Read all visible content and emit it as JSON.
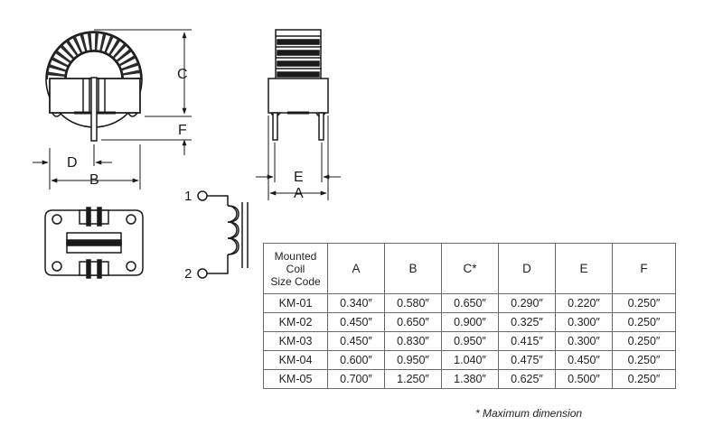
{
  "dimension_labels": {
    "A": "A",
    "B": "B",
    "C": "C",
    "D": "D",
    "E": "E",
    "F": "F"
  },
  "pins": {
    "pin1": "1",
    "pin2": "2"
  },
  "table": {
    "header_first": [
      "Mounted",
      "Coil",
      "Size Code"
    ],
    "columns": [
      "A",
      "B",
      "C*",
      "D",
      "E",
      "F"
    ],
    "rows": [
      {
        "code": "KM-01",
        "values": [
          "0.340″",
          "0.580″",
          "0.650″",
          "0.290″",
          "0.220″",
          "0.250″"
        ]
      },
      {
        "code": "KM-02",
        "values": [
          "0.450″",
          "0.650″",
          "0.900″",
          "0.325″",
          "0.300″",
          "0.250″"
        ]
      },
      {
        "code": "KM-03",
        "values": [
          "0.450″",
          "0.830″",
          "0.950″",
          "0.415″",
          "0.300″",
          "0.250″"
        ]
      },
      {
        "code": "KM-04",
        "values": [
          "0.600″",
          "0.950″",
          "1.040″",
          "0.475″",
          "0.450″",
          "0.250″"
        ]
      },
      {
        "code": "KM-05",
        "values": [
          "0.700″",
          "1.250″",
          "1.380″",
          "0.625″",
          "0.500″",
          "0.250″"
        ]
      }
    ]
  },
  "footnote": "* Maximum dimension"
}
